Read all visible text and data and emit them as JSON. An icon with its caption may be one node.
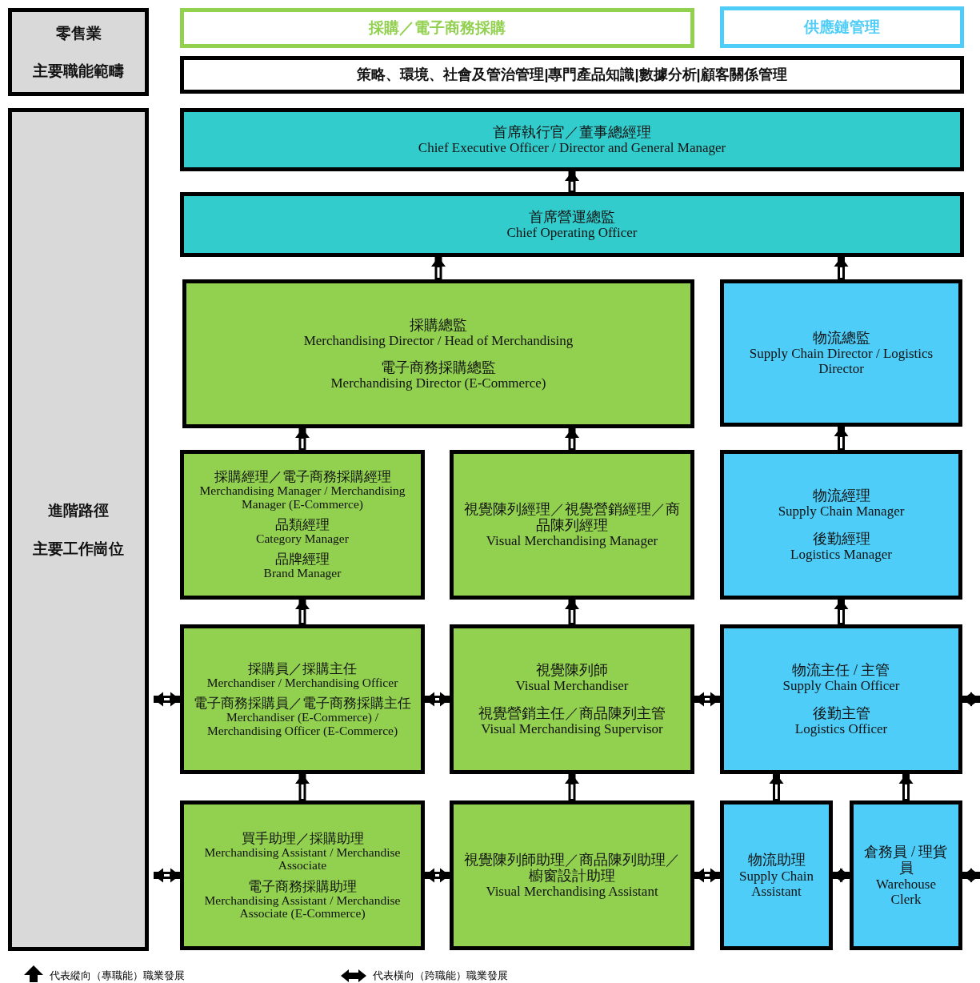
{
  "diagram": {
    "nodes": [
      {
        "text": [
          "零售業",
          "主要職能範疇"
        ]
      },
      {
        "text": [
          "採購／電子商務採購"
        ]
      },
      {
        "text": [
          "供應鏈管理"
        ]
      },
      {
        "text": [
          "策略、環境、社會及管治管理|專門產品知識|數據分析|顧客關係管理"
        ]
      },
      {
        "text": [
          "進階路徑",
          "主要工作崗位"
        ]
      },
      {
        "text": [
          "首席執行官／董事總經理",
          "Chief Executive Officer / Director and General Manager"
        ]
      },
      {
        "text": [
          "首席營運總監",
          "Chief Operating Officer"
        ]
      },
      {
        "text": [
          "採購總監",
          "Merchandising Director / Head of Merchandising",
          "電子商務採購總監",
          "Merchandising Director (E-Commerce)"
        ]
      },
      {
        "text": [
          "物流總監",
          "Supply Chain Director / Logistics Director"
        ]
      },
      {
        "text": [
          "採購經理／電子商務採購經理",
          "Merchandising Manager / Merchandising Manager (E-Commerce)",
          "品類經理",
          "Category Manager",
          "品牌經理",
          "Brand Manager"
        ]
      },
      {
        "text": [
          "視覺陳列經理／視覺營銷經理／商品陳列經理",
          "Visual Merchandising Manager"
        ]
      },
      {
        "text": [
          "物流經理",
          "Supply Chain Manager",
          "後勤經理",
          "Logistics Manager"
        ]
      },
      {
        "text": [
          "採購員／採購主任",
          "Merchandiser / Merchandising Officer",
          "電子商務採購員／電子商務採購主任",
          "Merchandiser (E-Commerce) / Merchandising Officer (E-Commerce)"
        ]
      },
      {
        "text": [
          "視覺陳列師",
          "Visual Merchandiser",
          "視覺營銷主任／商品陳列主管",
          "Visual Merchandising Supervisor"
        ]
      },
      {
        "text": [
          "物流主任 / 主管",
          "Supply Chain Officer",
          "後勤主管",
          "Logistics Officer"
        ]
      },
      {
        "text": [
          "買手助理／採購助理",
          "Merchandising Assistant / Merchandise Associate",
          "電子商務採購助理",
          "Merchandising Assistant / Merchandise Associate (E-Commerce)"
        ]
      },
      {
        "text": [
          "視覺陳列師助理／商品陳列助理／櫥窗設計助理",
          "Visual Merchandising Assistant"
        ]
      },
      {
        "text": [
          "物流助理",
          "Supply Chain Assistant"
        ]
      },
      {
        "text": [
          "倉務員 / 理貨員",
          "Warehouse Clerk"
        ]
      }
    ],
    "edges": [
      {
        "from": 6,
        "to": 5,
        "arrow": "to"
      },
      {
        "from": 7,
        "to": 6,
        "arrow": "to"
      },
      {
        "from": 8,
        "to": 6,
        "arrow": "to"
      },
      {
        "from": 9,
        "to": 7,
        "arrow": "to"
      },
      {
        "from": 10,
        "to": 7,
        "arrow": "to"
      },
      {
        "from": 11,
        "to": 8,
        "arrow": "to"
      },
      {
        "from": 12,
        "to": 9,
        "arrow": "to"
      },
      {
        "from": 13,
        "to": 10,
        "arrow": "to"
      },
      {
        "from": 14,
        "to": 11,
        "arrow": "to"
      },
      {
        "from": 15,
        "to": 12,
        "arrow": "to"
      },
      {
        "from": 16,
        "to": 13,
        "arrow": "to"
      },
      {
        "from": 17,
        "to": 14,
        "arrow": "to"
      },
      {
        "from": 18,
        "to": 14,
        "arrow": "to"
      },
      {
        "from": null,
        "to": 12,
        "arrow": "both"
      },
      {
        "from": 12,
        "to": 13,
        "arrow": "both"
      },
      {
        "from": 13,
        "to": 14,
        "arrow": "both"
      },
      {
        "from": 14,
        "to": null,
        "arrow": "both"
      },
      {
        "from": null,
        "to": 15,
        "arrow": "both"
      },
      {
        "from": 15,
        "to": 16,
        "arrow": "both"
      },
      {
        "from": 16,
        "to": 17,
        "arrow": "both"
      },
      {
        "from": 17,
        "to": 18,
        "arrow": "both"
      },
      {
        "from": 18,
        "to": null,
        "arrow": "both"
      }
    ],
    "legend": [
      {
        "text": "代表縱向（專職能）職業發展"
      },
      {
        "text": "代表橫向（跨職能）職業發展"
      }
    ]
  }
}
